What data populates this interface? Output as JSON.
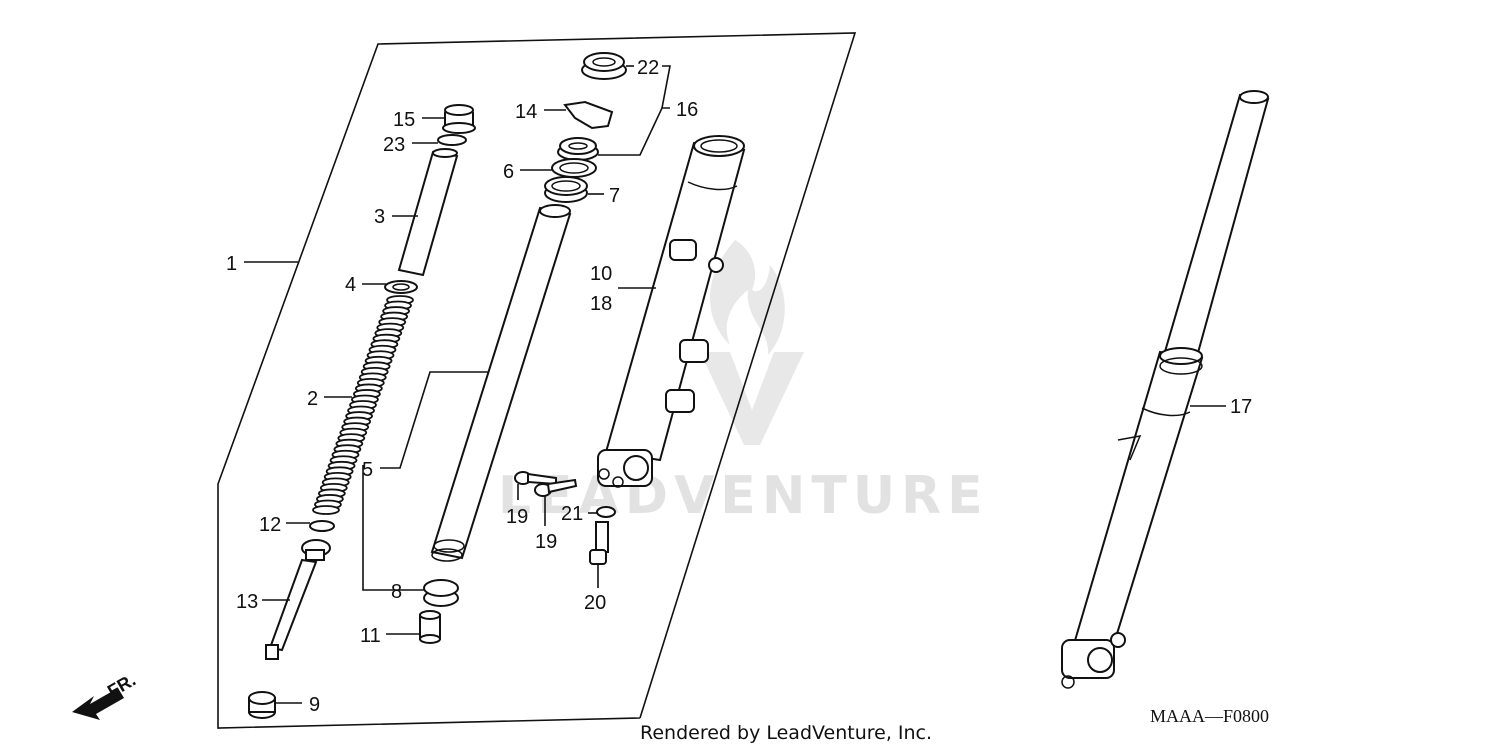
{
  "watermark": "LEADVENTURE",
  "diagram_code": "MAAA—F0800",
  "footer_text": "Rendered by LeadVenture, Inc.",
  "direction_label": "FR.",
  "part_labels": {
    "p1": "1",
    "p2": "2",
    "p3": "3",
    "p4": "4",
    "p5": "5",
    "p6": "6",
    "p7": "7",
    "p8": "8",
    "p9": "9",
    "p10": "10",
    "p11": "11",
    "p12": "12",
    "p13": "13",
    "p14": "14",
    "p15": "15",
    "p16": "16",
    "p17": "17",
    "p18": "18",
    "p19a": "19",
    "p19b": "19",
    "p20": "20",
    "p21": "21",
    "p22": "22",
    "p23": "23"
  }
}
